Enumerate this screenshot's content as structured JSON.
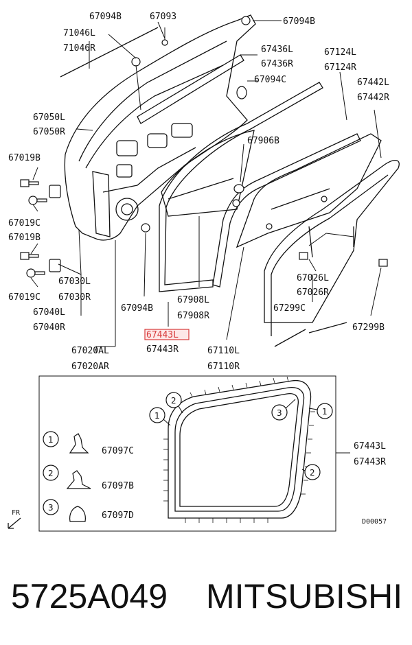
{
  "labels": {
    "l67094B_a": "67094B",
    "l67093": "67093",
    "l67094B_b": "67094B",
    "l71046L": "71046L",
    "l71046R": "71046R",
    "l67436L": "67436L",
    "l67436R": "67436R",
    "l67124L": "67124L",
    "l67124R": "67124R",
    "l67094C": "67094C",
    "l67442L": "67442L",
    "l67442R": "67442R",
    "l67050L": "67050L",
    "l67050R": "67050R",
    "l67906B": "67906B",
    "l67019B_a": "67019B",
    "l67019C_a": "67019C",
    "l67019B_b": "67019B",
    "l67019C_b": "67019C",
    "l67030L": "67030L",
    "l67030R": "67030R",
    "l67040L": "67040L",
    "l67040R": "67040R",
    "l67094B_c": "67094B",
    "l67908L": "67908L",
    "l67908R": "67908R",
    "l67026L": "67026L",
    "l67026R": "67026R",
    "l67299C": "67299C",
    "l67299B": "67299B",
    "l67443L_hl": "67443L",
    "l67443R": "67443R",
    "l67110L": "67110L",
    "l67110R": "67110R",
    "l67020AL": "67020AL",
    "l67020AR": "67020AR"
  },
  "detail": {
    "c1": "1",
    "c2": "2",
    "c3": "3",
    "legend1_num": "1",
    "legend1_part": "67097C",
    "legend2_num": "2",
    "legend2_part": "67097B",
    "legend3_num": "3",
    "legend3_part": "67097D",
    "l67443L": "67443L",
    "l67443R": "67443R",
    "fr": "FR",
    "code": "D00057"
  },
  "footer": {
    "part_number": "5725A049",
    "brand": "MITSUBISHI"
  },
  "colors": {
    "highlight": "#d83b3b"
  }
}
